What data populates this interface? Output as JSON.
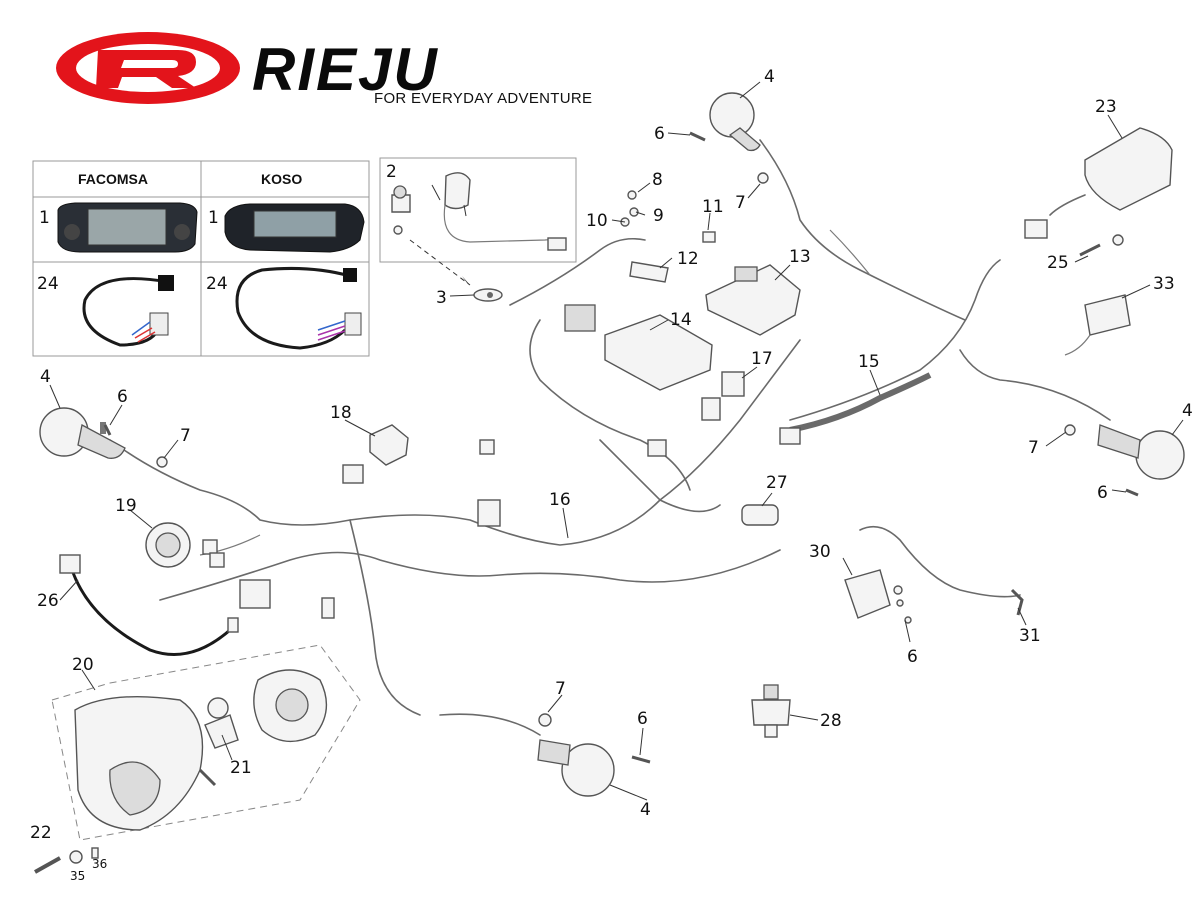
{
  "brand": {
    "logo_text": "RIEJU",
    "tagline": "FOR EVERYDAY ADVENTURE",
    "logo_color": "#e3141b"
  },
  "dash_table": {
    "col1_header": "FACOMSA",
    "col2_header": "KOSO",
    "row1_label_left": "1",
    "row1_label_right": "1",
    "row2_label_left": "24",
    "row2_label_right": "24"
  },
  "inset_switch": {
    "label": "2"
  },
  "callouts": {
    "c3": "3",
    "c4_top": "4",
    "c4_left": "4",
    "c4_right": "4",
    "c4_bottom": "4",
    "c6_top": "6",
    "c6_left": "6",
    "c6_right": "6",
    "c6_mid": "6",
    "c6_bottom": "6",
    "c7_top": "7",
    "c7_left": "7",
    "c7_right": "7",
    "c7_bottom": "7",
    "c8": "8",
    "c9": "9",
    "c10": "10",
    "c11": "11",
    "c12": "12",
    "c13": "13",
    "c14": "14",
    "c15": "15",
    "c16": "16",
    "c17": "17",
    "c18": "18",
    "c19": "19",
    "c20": "20",
    "c21": "21",
    "c22": "22",
    "c23": "23",
    "c25": "25",
    "c26": "26",
    "c27": "27",
    "c28": "28",
    "c30": "30",
    "c31": "31",
    "c33": "33",
    "c35": "35",
    "c36": "36"
  }
}
